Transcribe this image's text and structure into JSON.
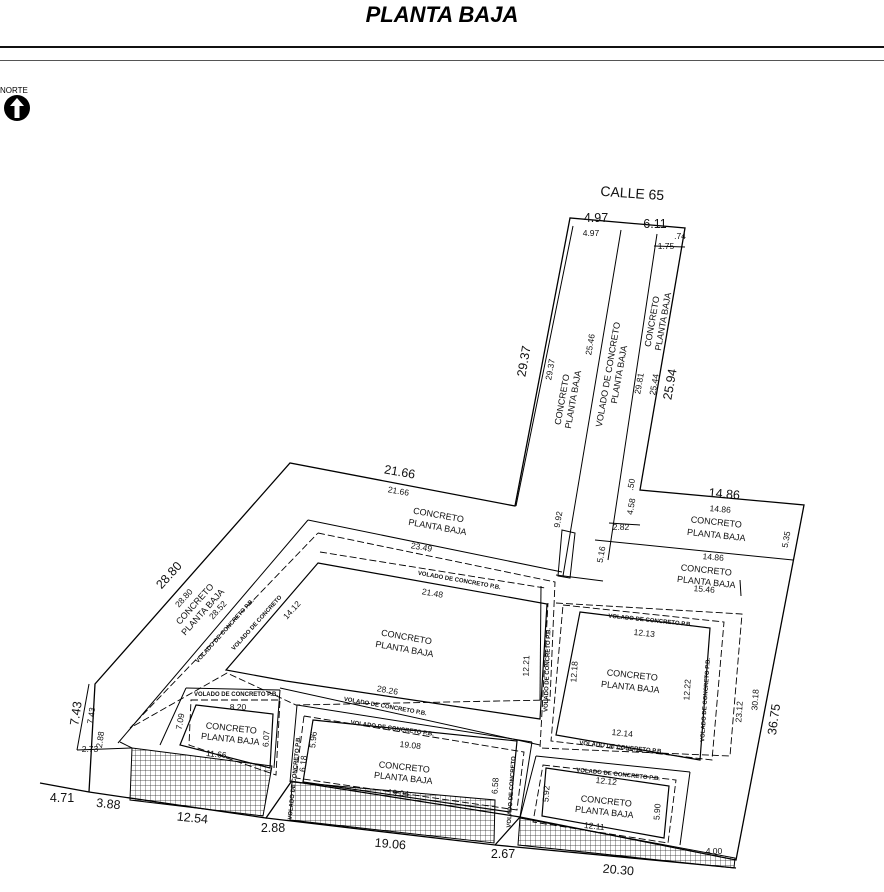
{
  "title": "PLANTA BAJA",
  "north_label": "NORTE",
  "street": "CALLE 65",
  "labels": {
    "concreto": "CONCRETO",
    "planta_baja": "PLANTA BAJA",
    "volado_de": "VOLADO DE CONCRETO",
    "volado_pb": "VOLADO DE CONCRETO P.B."
  },
  "dims": {
    "d4_97_top": "4.97",
    "d4_97_in": "4.97",
    "d6_11": "6.11",
    "d74": ".74",
    "d1_75": "1.75",
    "d29_37_out": "29.37",
    "d29_37_in": "29.37",
    "d25_46": "25.46",
    "d29_81": "29.81",
    "d25_44": "25.44",
    "d25_94": "25.94",
    "d21_66_out": "21.66",
    "d21_66_in": "21.66",
    "d9_92": "9.92",
    "d4_58": "4.58",
    "d50": ".50",
    "d2_82": "2.82",
    "d5_16": "5.16",
    "d14_86_out": "14.86",
    "d14_86_in": "14.86",
    "d14_86_b": "14.86",
    "d5_35": "5.35",
    "d15_46": "15.46",
    "d28_80_out": "28.80",
    "d28_80_in": "28.80",
    "d28_52": "28.52",
    "d23_49": "23.49",
    "d14_12": "14.12",
    "d21_48": "21.48",
    "d12_21": "12.21",
    "d28_26": "28.26",
    "d12_13": "12.13",
    "d12_18": "12.18",
    "d12_22": "12.22",
    "d12_14": "12.14",
    "d30_18": "30.18",
    "d23_12": "23.12",
    "d36_75": "36.75",
    "d7_43_out": "7.43",
    "d7_43_in": "7.43",
    "d2_88_a": "2.88",
    "d2_73": "2.73",
    "d8_20": "8.20",
    "d7_09": "7.09",
    "d6_07": "6.07",
    "d11_66": "11.66",
    "d5_96": "5.96",
    "d19_08": "19.08",
    "d6_18": "6.18",
    "d6_58": "6.58",
    "d19_04": "19.04",
    "d12_12": "12.12",
    "d5_92": "5.92",
    "d5_90": "5.90",
    "d12_11": "12.11",
    "d4_71": "4.71",
    "d3_88": "3.88",
    "d12_54": "12.54",
    "d2_88_b": "2.88",
    "d19_06": "19.06",
    "d2_67": "2.67",
    "d20_30": "20.30",
    "d4_00": "4.00"
  }
}
